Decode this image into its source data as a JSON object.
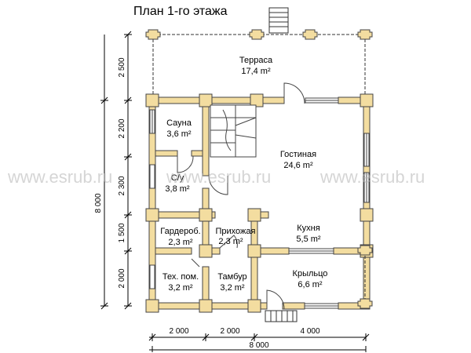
{
  "title": "План 1-го этажа",
  "watermark": [
    "www.esrub.ru",
    "www.esrub.ru",
    "www.esrub.ru"
  ],
  "rooms": {
    "terrace": {
      "name": "Терраса",
      "area": "17,4 m²"
    },
    "sauna": {
      "name": "Сауна",
      "area": "3,6 m²"
    },
    "wc": {
      "name": "С/у",
      "area": "3,8 m²"
    },
    "living": {
      "name": "Гостиная",
      "area": "24,6 m²"
    },
    "wardrobe": {
      "name": "Гардероб.",
      "area": "2,3 m²"
    },
    "hall": {
      "name": "Прихожая",
      "area": "2,3 m²"
    },
    "kitchen": {
      "name": "Кухня",
      "area": "5,5 m²"
    },
    "tech": {
      "name": "Тех. пом.",
      "area": "3,2 m²"
    },
    "vestibule": {
      "name": "Тамбур",
      "area": "3,2 m²"
    },
    "porch": {
      "name": "Крыльцо",
      "area": "6,6 m²"
    }
  },
  "dims_left": [
    "2 500",
    "2 200",
    "2 300",
    "1 500",
    "2 000"
  ],
  "dim_left_total": "8 000",
  "dims_bottom": [
    "2 000",
    "2 000",
    "4 000"
  ],
  "dim_bottom_total": "8 000",
  "colors": {
    "log": "#f3dda0",
    "log_stroke": "#444444",
    "line": "#000000",
    "watermark": "#b4b4b4"
  }
}
